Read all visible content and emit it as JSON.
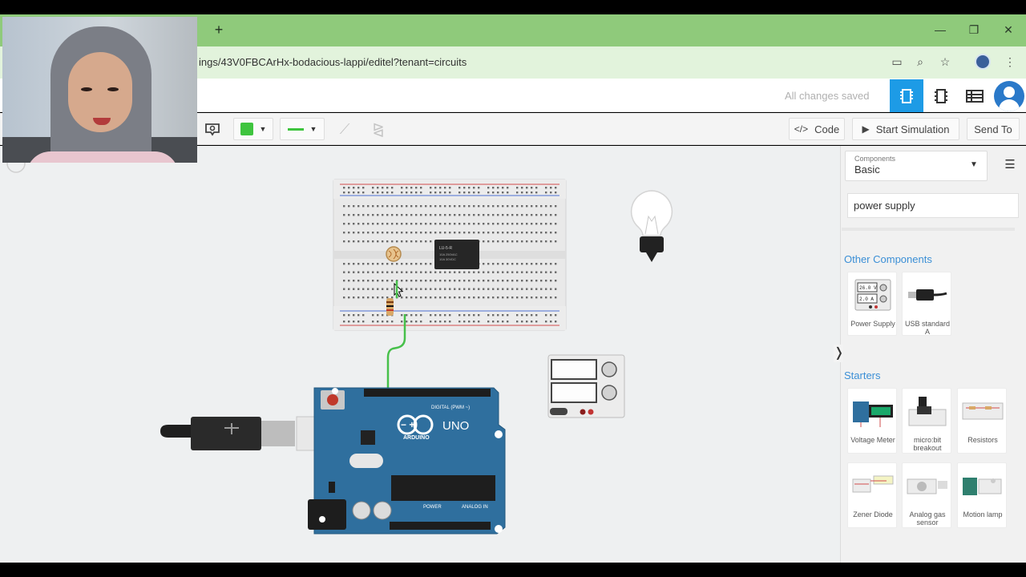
{
  "browser": {
    "new_tab": "+",
    "url": "ings/43V0FBCArHx-bodacious-lappi/editel?tenant=circuits",
    "window_controls": {
      "minimize": "—",
      "restore": "❐",
      "close": "✕"
    },
    "icons": [
      "cast-icon",
      "zoom-icon",
      "bookmark-star-icon",
      "profile-avatar",
      "menu-dots-icon"
    ]
  },
  "app_header": {
    "saved_status": "All changes saved",
    "views": [
      "circuit-view-icon",
      "schematic-view-icon",
      "component-list-icon"
    ]
  },
  "toolbar": {
    "wire_color": "#3ec43e",
    "code_label": "Code",
    "start_simulation_label": "Start Simulation",
    "send_to_label": "Send To"
  },
  "panel": {
    "components_caption": "Components",
    "components_value": "Basic",
    "search_value": "power supply",
    "other_components_heading": "Other Components",
    "other_components": [
      {
        "label": "Power Supply"
      },
      {
        "label": "USB standard A"
      }
    ],
    "starters_heading": "Starters",
    "starters": [
      {
        "label": "Voltage Meter"
      },
      {
        "label": "micro:bit breakout"
      },
      {
        "label": "Resistors"
      },
      {
        "label": "Zener Diode"
      },
      {
        "label": "Analog gas sensor"
      },
      {
        "label": "Motion lamp"
      }
    ]
  },
  "canvas": {
    "arduino_brand": "ARDUINO",
    "arduino_model": "UNO",
    "arduino_digital": "DIGITAL (PWM ~)",
    "arduino_power": "POWER",
    "arduino_analog": "ANALOG IN",
    "psu_voltage": "26.0 V",
    "psu_current": "2.0 A",
    "accent": "#1d9be6",
    "board_color": "#2f6f9e"
  }
}
